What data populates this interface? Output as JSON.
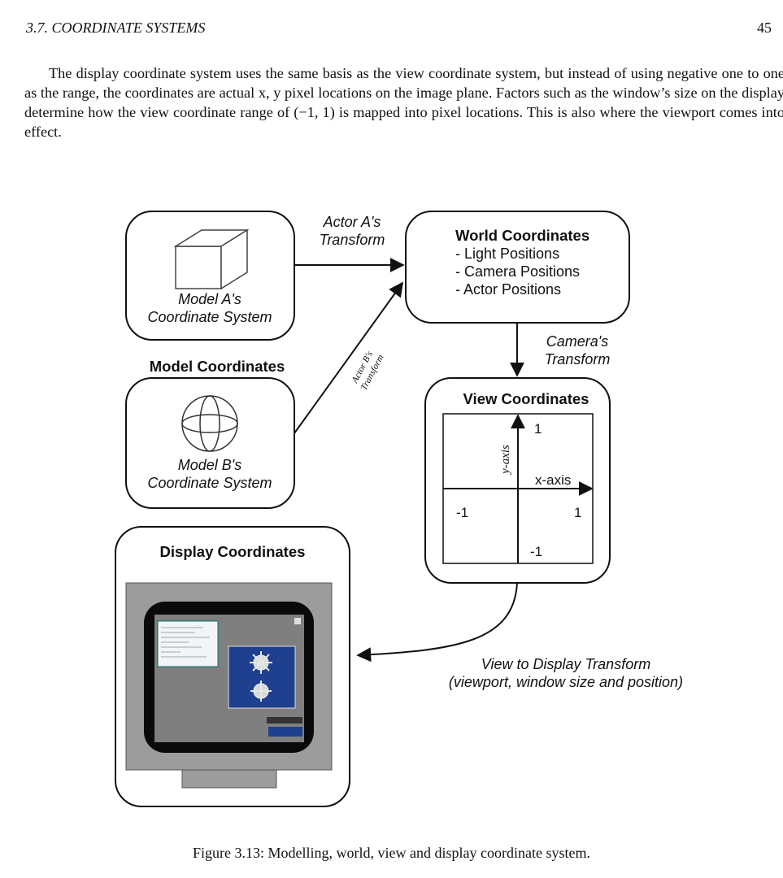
{
  "header": {
    "section": "3.7.  COORDINATE SYSTEMS",
    "page_number": "45"
  },
  "paragraph": "The display coordinate system uses the same basis as the view coordinate system, but instead of using negative one to one as the range, the coordinates are actual x, y pixel locations on the image plane. Factors such as the window’s size on the display determine how the view coordinate range of (−1, 1) is mapped into pixel locations. This is also where the viewport comes into effect.",
  "figure": {
    "model_a": {
      "line1": "Model A's",
      "line2": "Coordinate System"
    },
    "model_coordinates_label": "Model Coordinates",
    "model_b": {
      "line1": "Model B's",
      "line2": "Coordinate System"
    },
    "actor_a_transform": {
      "line1": "Actor  A's",
      "line2": "Transform"
    },
    "actor_b_transform": {
      "line1": "Actor B's",
      "line2": "Transform"
    },
    "world": {
      "title": "World Coordinates",
      "items": [
        "- Light Positions",
        "- Camera Positions",
        "- Actor Positions"
      ]
    },
    "camera_transform": {
      "line1": "Camera's",
      "line2": "Transform"
    },
    "view": {
      "title": "View Coordinates",
      "y_axis": "y-axis",
      "x_axis": "x-axis",
      "y_pos": "1",
      "x_pos": "1",
      "x_neg": "-1",
      "y_neg": "-1"
    },
    "display_title": "Display Coordinates",
    "view_to_display": {
      "line1": "View to Display Transform",
      "line2": "(viewport, window size and position)"
    }
  },
  "caption": "Figure 3.13:  Modelling, world, view and display coordinate system."
}
